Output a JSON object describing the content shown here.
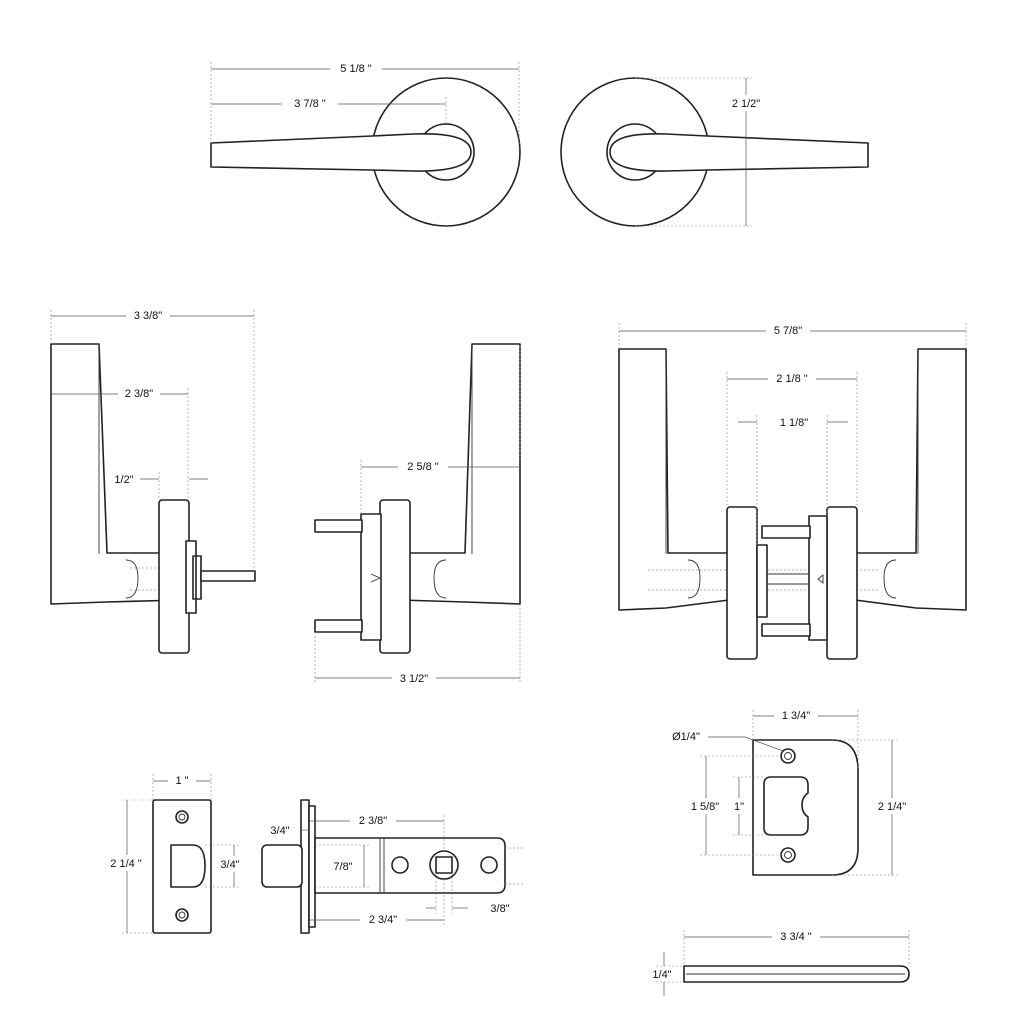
{
  "dimensions": {
    "top_overall_width": "5 1/8 \"",
    "top_lever_length": "3 7/8 \"",
    "rose_diameter": "2 1/2\"",
    "side_projection": "3 3/8\"",
    "side_lever_offset": "2 3/8\"",
    "side_rose_thickness": "1/2\"",
    "mid_spindle": "2 5/8 \"",
    "mid_overall": "3 1/2\"",
    "set_overall_width": "5 7/8\"",
    "set_rose_spacing": "2 1/8 \"",
    "set_door_thickness": "1 1/8\"",
    "faceplate_width": "1 \"",
    "faceplate_height": "2 1/4 \"",
    "faceplate_opening": "3/4\"",
    "latch_face_offset": "3/4\"",
    "latch_backset_a": "2 3/8\"",
    "latch_bolt_height": "7/8\"",
    "latch_backset_b": "2 3/4\"",
    "latch_hub": "3/8\"",
    "strike_width": "1 3/4\"",
    "strike_hole": "Ø1/4\"",
    "strike_hole_spacing": "1 5/8\"",
    "strike_opening": "1\"",
    "strike_height": "2 1/4\"",
    "strike_edge_length": "3 3/4 \"",
    "strike_edge_thickness": "1/4\""
  }
}
